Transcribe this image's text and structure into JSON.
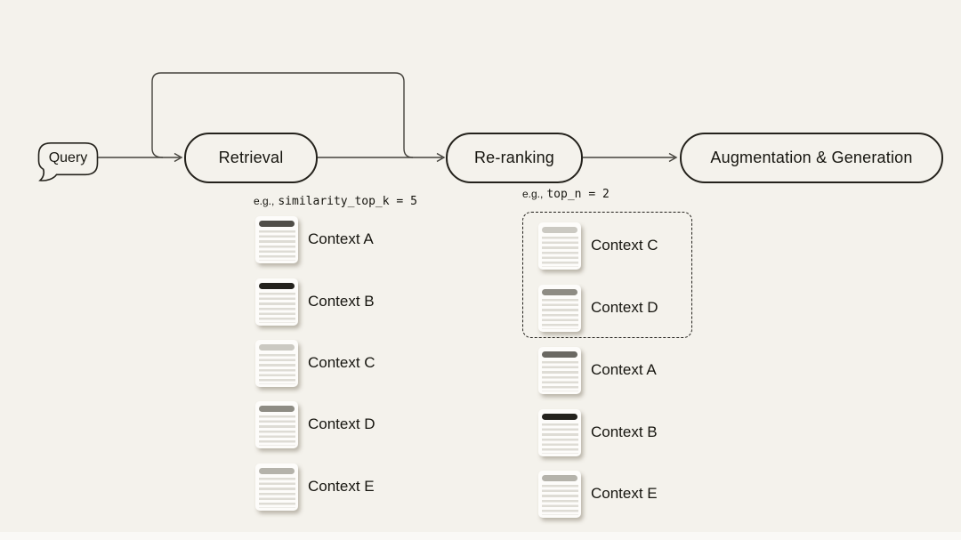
{
  "colors": {
    "background": "#f4f2ec",
    "wire": "#45433d",
    "box_border": "#24221c",
    "text": "#16150f",
    "card_background": "#fdfcfa",
    "card_line": "#dedcd5"
  },
  "diagram": {
    "query": {
      "label": "Query"
    },
    "stages": [
      {
        "label": "Retrieval"
      },
      {
        "label": "Re-ranking"
      },
      {
        "label": "Augmentation & Generation"
      }
    ],
    "captions": [
      {
        "prefix": "e.g.,",
        "code": "similarity_top_k = 5"
      },
      {
        "prefix": "e.g.,",
        "code": "top_n = 2"
      }
    ]
  },
  "retrieved": {
    "items": [
      {
        "label": "Context A",
        "bar_color": "#504e48"
      },
      {
        "label": "Context B",
        "bar_color": "#24221d"
      },
      {
        "label": "Context C",
        "bar_color": "#cbc9c2"
      },
      {
        "label": "Context D",
        "bar_color": "#8e8c84"
      },
      {
        "label": "Context E",
        "bar_color": "#b5b3ab"
      }
    ]
  },
  "reranked": {
    "items": [
      {
        "label": "Context C",
        "bar_color": "#cbc9c2",
        "selected": true
      },
      {
        "label": "Context D",
        "bar_color": "#8e8c84",
        "selected": true
      },
      {
        "label": "Context A",
        "bar_color": "#6a6862",
        "selected": false
      },
      {
        "label": "Context B",
        "bar_color": "#24221d",
        "selected": false
      },
      {
        "label": "Context E",
        "bar_color": "#b5b3ab",
        "selected": false
      }
    ]
  }
}
